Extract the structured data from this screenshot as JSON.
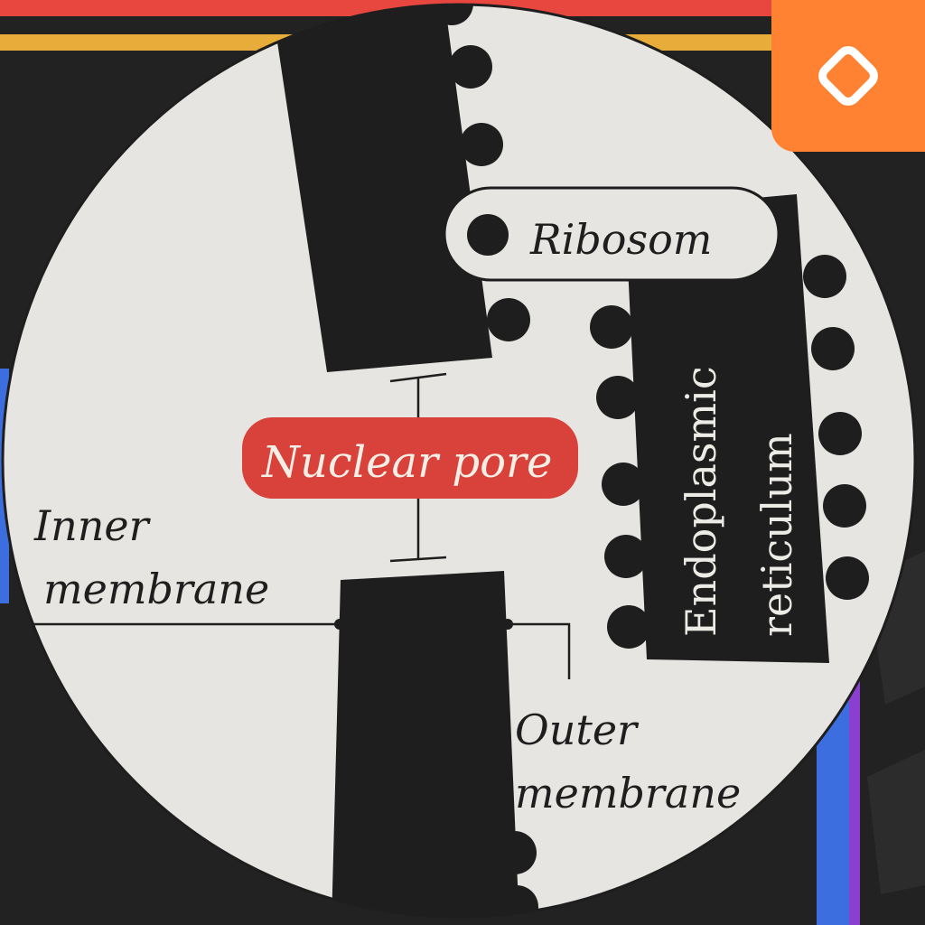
{
  "colors": {
    "background": "#222222",
    "lens": "#e6e5e2",
    "dark": "#1e1e1e",
    "stripe_top": "#e8473f",
    "stripe_second": "#e8ac3a",
    "badge": "#ff8232",
    "pore_label_bg": "#d9413b",
    "pore_label_text": "#f3eee6",
    "side_panel_blue": "#3c6ee0",
    "side_panel_purple": "#8a3fd0"
  },
  "labels": {
    "ribosome": "Ribosom",
    "nuclear_pore": "Nuclear pore",
    "inner_membrane_line1": "Inner",
    "inner_membrane_line2": "membrane",
    "outer_membrane_line1": "Outer",
    "outer_membrane_line2": "membrane",
    "er_line1": "Endoplasmic",
    "er_line2": "reticulum"
  },
  "badge": {
    "icon": "diamond-outline-icon"
  }
}
